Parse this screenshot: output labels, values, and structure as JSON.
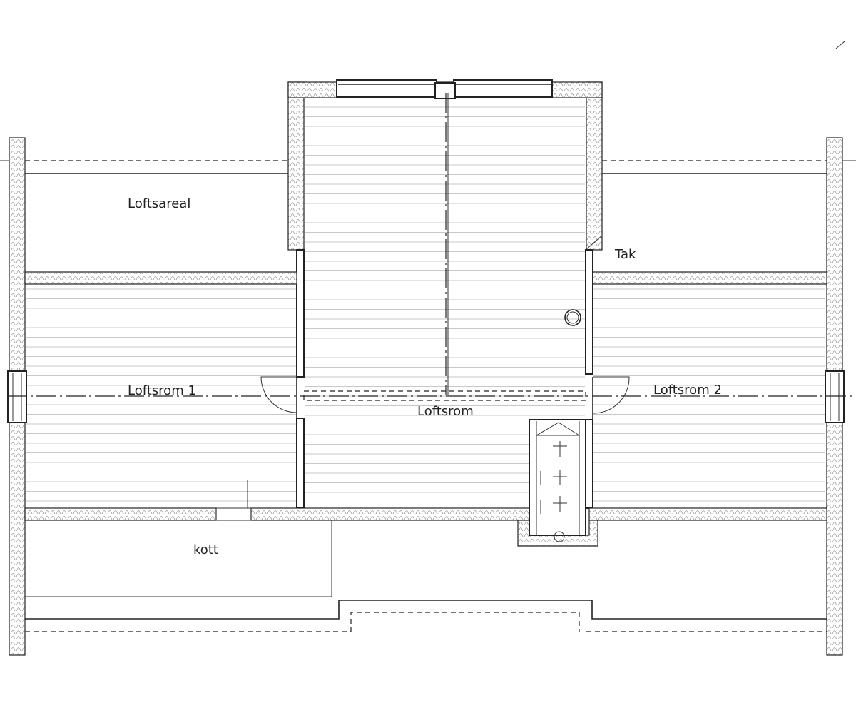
{
  "rooms": {
    "loftsareal": "Loftsareal",
    "tak": "Tak",
    "loftsrom_1": "Loftsrom 1",
    "loftsrom_2": "Loftsrom 2",
    "loftsrom": "Loftsrom",
    "kott": "kott"
  },
  "colors": {
    "line": "#222222",
    "floor_boards": "#c8c8c8",
    "background": "#ffffff"
  }
}
